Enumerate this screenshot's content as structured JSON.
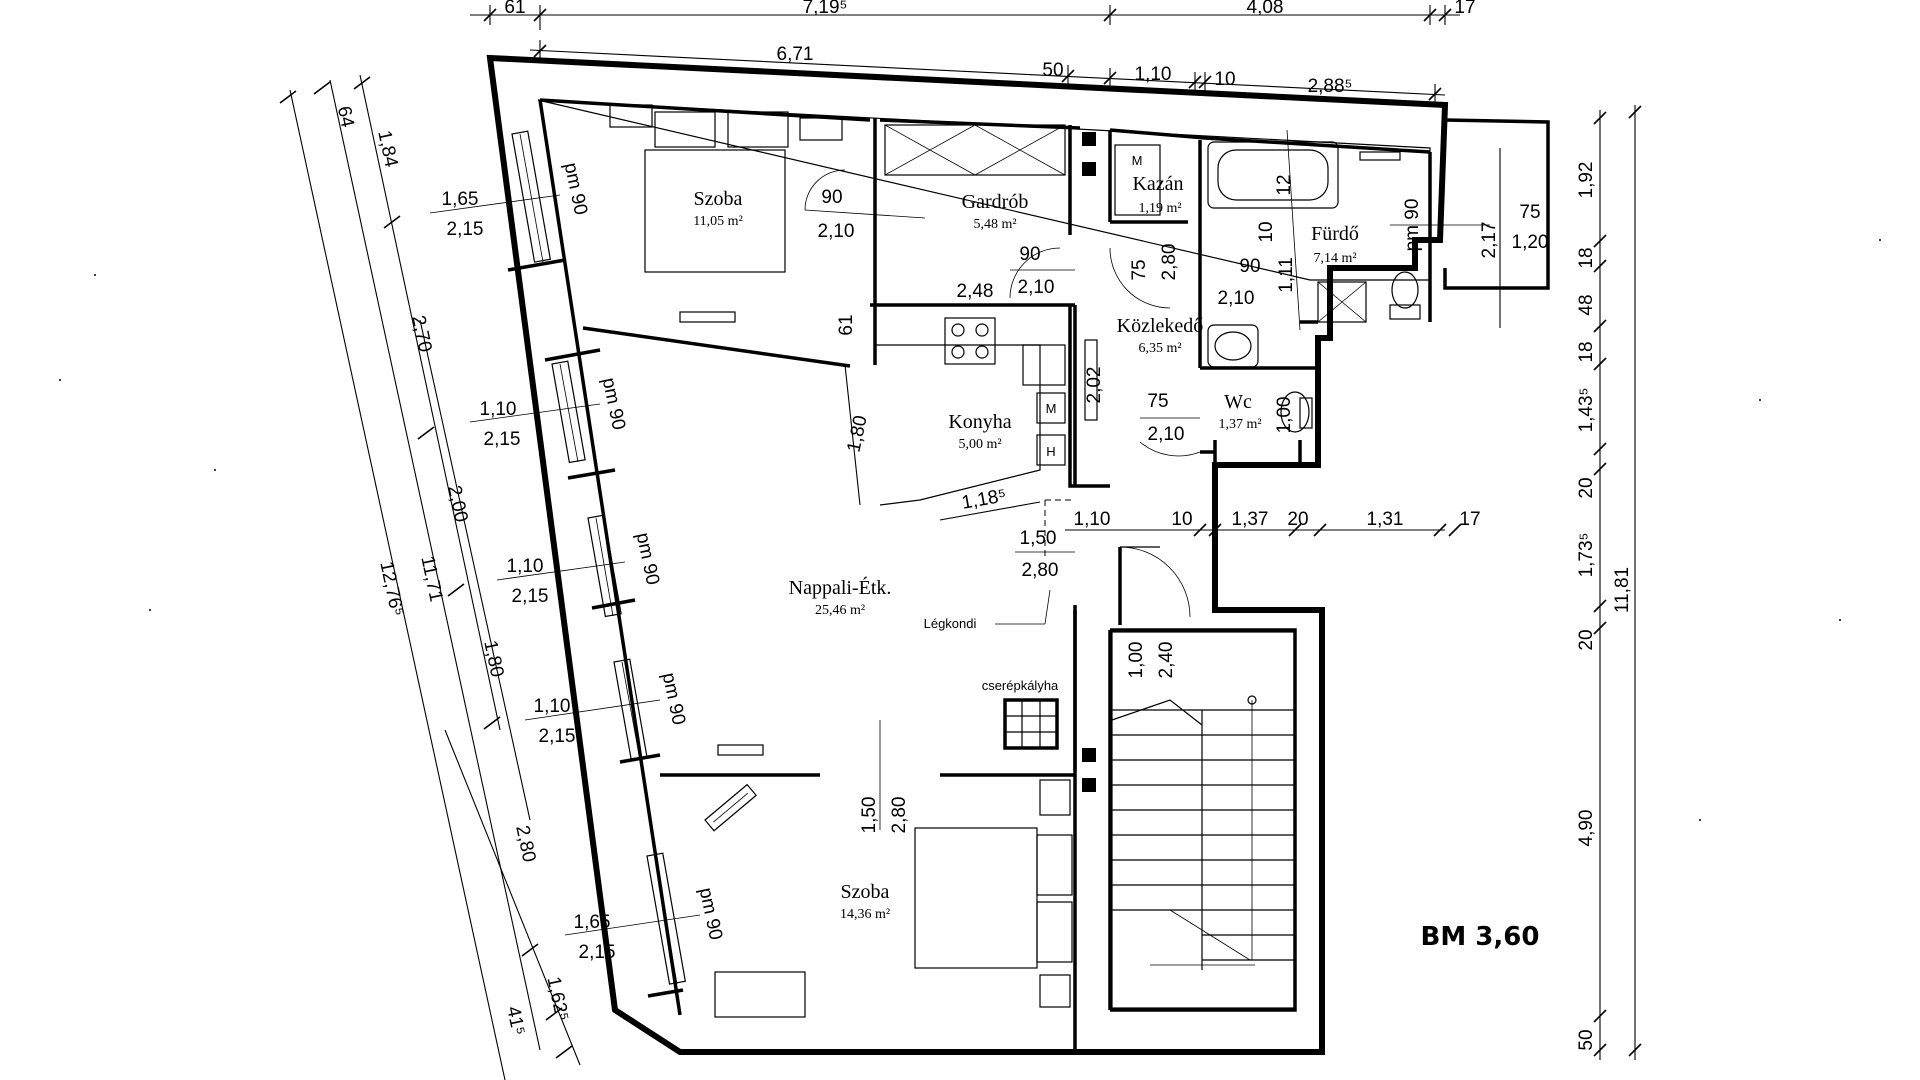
{
  "rooms": [
    {
      "id": "szoba-1",
      "name": "Szoba",
      "area": "11,05 m²"
    },
    {
      "id": "gardrob",
      "name": "Gardrób",
      "area": "5,48 m²"
    },
    {
      "id": "kazan",
      "name": "Kazán",
      "area": "1,19 m²"
    },
    {
      "id": "furdo",
      "name": "Fürdő",
      "area": "7,14 m²"
    },
    {
      "id": "kozlekedo",
      "name": "Közlekedő",
      "area": "6,35 m²"
    },
    {
      "id": "wc",
      "name": "Wc",
      "area": "1,37 m²"
    },
    {
      "id": "konyha",
      "name": "Konyha",
      "area": "5,00 m²"
    },
    {
      "id": "nappali",
      "name": "Nappali-Étk.",
      "area": "25,46 m²"
    },
    {
      "id": "szoba-2",
      "name": "Szoba",
      "area": "14,36 m²"
    }
  ],
  "labels": {
    "legkondi": "Légkondi",
    "cserepkalyha": "cserépkályha",
    "bm": "BM 3,60",
    "kazan_m": "M",
    "konyha_m": "M",
    "konyha_h": "H"
  },
  "dims": {
    "top1_a": "61",
    "top1_b": "7,19⁵",
    "top1_c": "4,08",
    "top1_d": "17",
    "top2_a": "6,71",
    "top2_b": "50",
    "top2_c": "1,10",
    "top2_d": "10",
    "top2_e": "2,88⁵",
    "left_a": "64",
    "left_b": "1,84",
    "left_c": "2,70",
    "left_d": "2,00",
    "left_e": "1,80",
    "left_f": "2,80",
    "left_g": "1,62⁵",
    "left_h": "41⁵",
    "left_total1": "11,71",
    "left_total2": "12,76⁵",
    "right_a": "1,92",
    "right_b": "18",
    "right_c": "48",
    "right_d": "18",
    "right_e": "1,43⁵",
    "right_f": "20",
    "right_g": "1,73⁵",
    "right_h": "20",
    "right_i": "4,90",
    "right_j": "50",
    "right_total": "11,81",
    "win1_w": "1,65",
    "win1_h": "2,15",
    "win1_pm": "pm 90",
    "win2_w": "1,10",
    "win2_h": "2,15",
    "win2_pm": "pm 90",
    "win3_w": "1,10",
    "win3_h": "2,15",
    "win3_pm": "pm 90",
    "win4_w": "1,10",
    "win4_h": "2,15",
    "win4_pm": "pm 90",
    "win5_w": "1,65",
    "win5_h": "2,15",
    "win5_pm": "pm 90",
    "door_szoba_w": "90",
    "door_szoba_h": "2,10",
    "door_gard_w": "90",
    "door_gard_h": "2,10",
    "d_248": "2,48",
    "d_61": "61",
    "d_180": "1,80",
    "d_1185": "1,18⁵",
    "d_75a": "75",
    "d_280a": "2,80",
    "door_furdo_w": "90",
    "door_furdo_h": "2,10",
    "d_12": "12",
    "d_10": "10",
    "d_111": "1,11",
    "win_furdo_pm": "pm 90",
    "d_75b": "75",
    "d_120": "1,20",
    "d_217": "2,17",
    "d_202": "2,02",
    "door_wc_w": "75",
    "door_wc_h": "2,10",
    "d_100a": "1,00",
    "open_w": "1,50",
    "open_h": "2,80",
    "d_110b": "1,10",
    "d_10b": "10",
    "d_137": "1,37",
    "d_20a": "20",
    "d_131": "1,31",
    "d_17b": "17",
    "stair_a": "1,00",
    "stair_b": "2,40",
    "open2_w": "1,50",
    "open2_h": "2,80"
  }
}
